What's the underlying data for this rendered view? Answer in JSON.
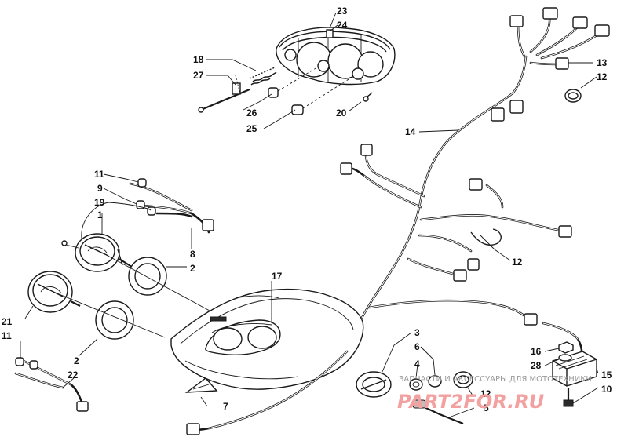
{
  "callouts": [
    {
      "id": "c23",
      "label": "23"
    },
    {
      "id": "c24",
      "label": "24"
    },
    {
      "id": "c18",
      "label": "18"
    },
    {
      "id": "c27",
      "label": "27"
    },
    {
      "id": "c26",
      "label": "26"
    },
    {
      "id": "c25",
      "label": "25"
    },
    {
      "id": "c20",
      "label": "20"
    },
    {
      "id": "c13",
      "label": "13"
    },
    {
      "id": "c12a",
      "label": "12"
    },
    {
      "id": "c14",
      "label": "14"
    },
    {
      "id": "c11a",
      "label": "11"
    },
    {
      "id": "c9",
      "label": "9"
    },
    {
      "id": "c19",
      "label": "19"
    },
    {
      "id": "c1",
      "label": "1"
    },
    {
      "id": "c8",
      "label": "8"
    },
    {
      "id": "c2a",
      "label": "2"
    },
    {
      "id": "c12b",
      "label": "12"
    },
    {
      "id": "c17",
      "label": "17"
    },
    {
      "id": "c21",
      "label": "21"
    },
    {
      "id": "c11b",
      "label": "11"
    },
    {
      "id": "c2b",
      "label": "2"
    },
    {
      "id": "c22",
      "label": "22"
    },
    {
      "id": "c7",
      "label": "7"
    },
    {
      "id": "c3",
      "label": "3"
    },
    {
      "id": "c6",
      "label": "6"
    },
    {
      "id": "c4",
      "label": "4"
    },
    {
      "id": "c12c",
      "label": "12"
    },
    {
      "id": "c5",
      "label": "5"
    },
    {
      "id": "c16",
      "label": "16"
    },
    {
      "id": "c28",
      "label": "28"
    },
    {
      "id": "c15",
      "label": "15"
    },
    {
      "id": "c10",
      "label": "10"
    }
  ],
  "watermark": {
    "text": "ЗАПЧАСТИ И АКСЕССУАРЫ ДЛЯ МОТОТЕХНИКИ",
    "logo": "PART2FOR.RU"
  }
}
